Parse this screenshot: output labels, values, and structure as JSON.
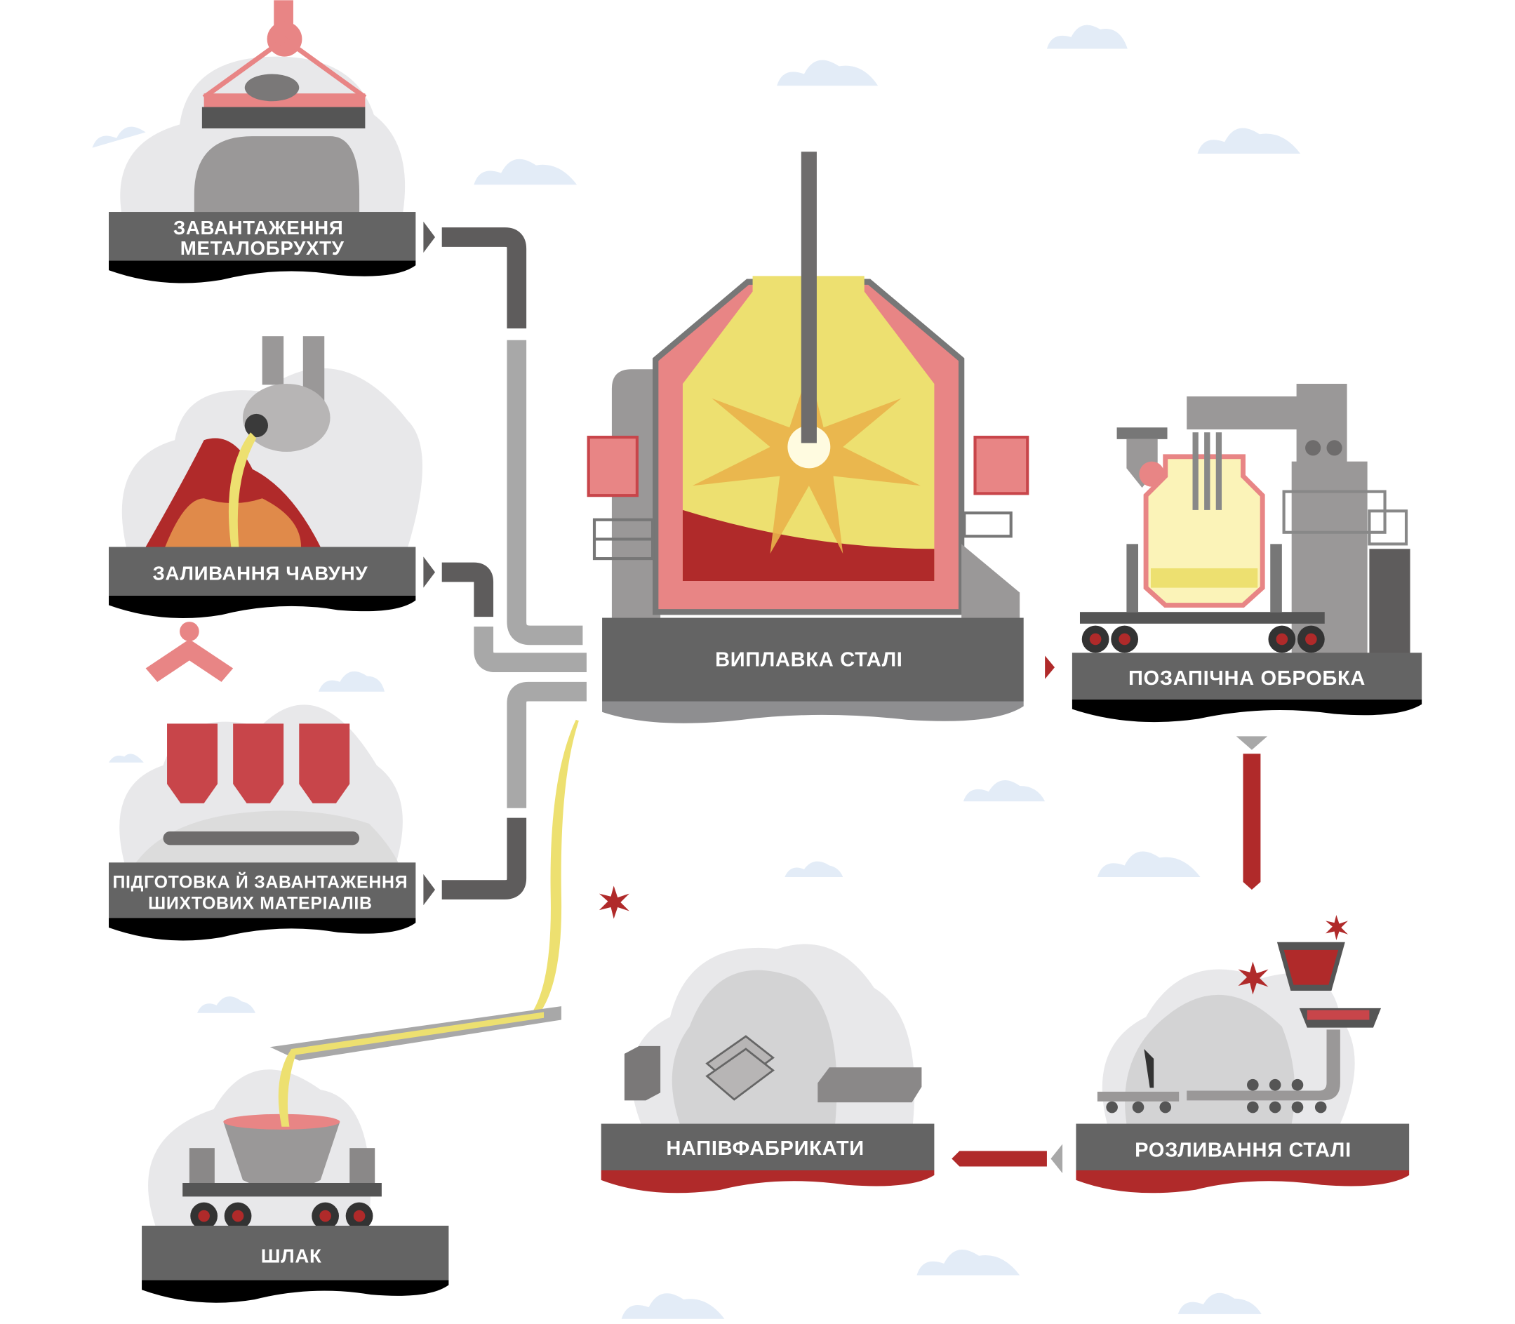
{
  "stages": {
    "scrap_loading": {
      "line1": "ЗАВАНТАЖЕННЯ",
      "line2": "МЕТАЛОБРУХТУ"
    },
    "iron_pouring": {
      "label": "ЗАЛИВАННЯ ЧАВУНУ"
    },
    "charge_materials": {
      "line1": "ПІДГОТОВКА Й ЗАВАНТАЖЕННЯ",
      "line2": "ШИХТОВИХ МАТЕРІАЛІВ"
    },
    "slag": {
      "label": "ШЛАК"
    },
    "steel_melting": {
      "label": "ВИПЛАВКА СТАЛІ"
    },
    "secondary_treatment": {
      "label": "ПОЗАПІЧНА ОБРОБКА"
    },
    "semi_products": {
      "label": "НАПІВФАБРИКАТИ"
    },
    "steel_casting": {
      "label": "РОЗЛИВАННЯ СТАЛІ"
    }
  },
  "colors": {
    "label_bg": "#646464",
    "accent_red": "#b02a2a",
    "pink": "#e88585",
    "molten_yellow": "#ede070",
    "cloud_blue": "#e3ecf7",
    "smoke_gray": "#e8e8ea"
  }
}
